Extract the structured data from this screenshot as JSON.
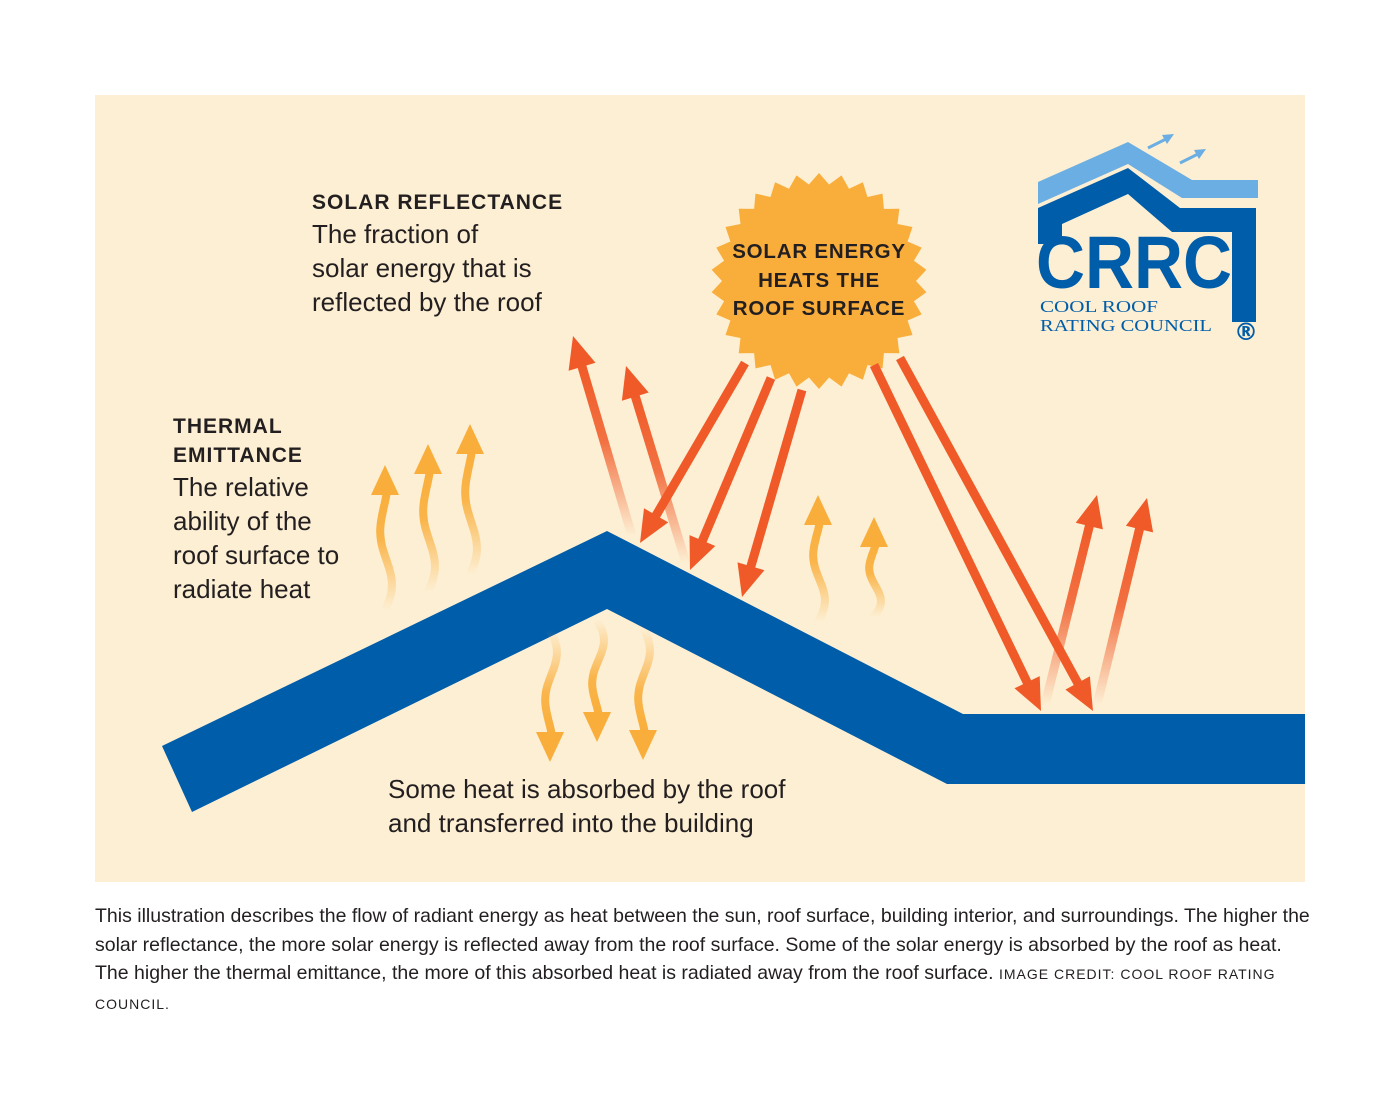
{
  "colors": {
    "panel_bg": "#fdefd3",
    "roof_blue": "#005daa",
    "logo_light_blue": "#6aaee3",
    "sun_orange": "#f9ae3b",
    "arrow_red_orange": "#f05a28",
    "heat_yellow": "#f9ae3b",
    "text": "#231f20"
  },
  "reflectance": {
    "heading": "SOLAR REFLECTANCE",
    "lines": [
      "The fraction of",
      "solar energy that is",
      "reflected by the roof"
    ]
  },
  "emittance": {
    "heading": "THERMAL EMITTANCE",
    "lines": [
      "The relative",
      "ability of the",
      "roof surface to",
      "radiate heat"
    ]
  },
  "sun": {
    "lines": [
      "SOLAR ENERGY",
      "HEATS THE",
      "ROOF SURFACE"
    ]
  },
  "absorbed": {
    "lines": [
      "Some heat is absorbed by the roof",
      "and transferred into the building"
    ]
  },
  "logo": {
    "acronym": "CRRC",
    "line1": "COOL ROOF",
    "line2": "RATING COUNCIL",
    "registered": "®"
  },
  "caption": {
    "text": "This illustration describes the flow of radiant energy as heat between the sun, roof surface, building interior, and surroundings. The higher the solar reflectance, the more solar energy is reflected away from the roof surface. Some of the solar energy is absorbed by the roof as heat. The higher the thermal emittance, the more of this absorbed heat is radiated away from the roof surface.",
    "credit": "IMAGE CREDIT: COOL ROOF RATING COUNCIL."
  }
}
